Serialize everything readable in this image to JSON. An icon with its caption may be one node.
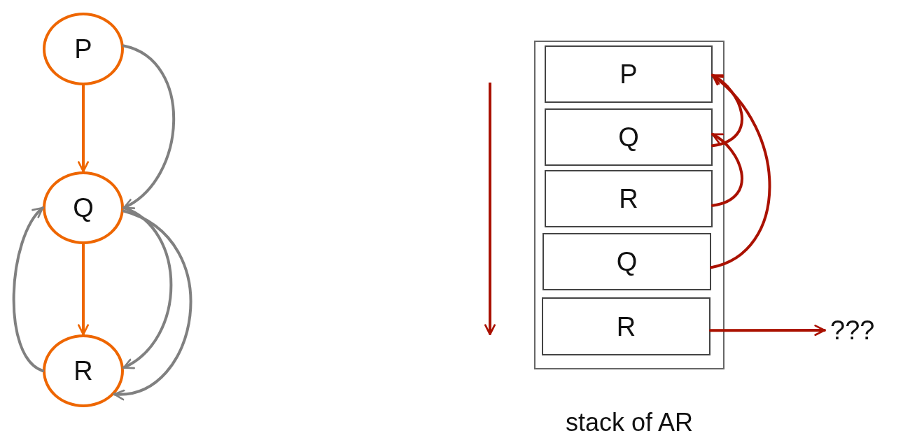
{
  "diagram": {
    "nodes": [
      {
        "text": [
          "P"
        ]
      },
      {
        "text": [
          "Q"
        ]
      },
      {
        "text": [
          "R"
        ]
      },
      {
        "text": [],
        "shape": "box",
        "beside": [
          "stack of AR"
        ]
      },
      {
        "text": [
          "P"
        ],
        "in": 3
      },
      {
        "text": [
          "Q"
        ],
        "in": 3
      },
      {
        "text": [
          "R"
        ],
        "in": 3
      },
      {
        "text": [
          "Q"
        ],
        "in": 3
      },
      {
        "text": [
          "R"
        ],
        "in": 3
      },
      {
        "text": [
          "???"
        ]
      }
    ],
    "edges": [
      {
        "from": 0,
        "to": 1,
        "arrow": "to",
        "color": "#ee6600"
      },
      {
        "from": 1,
        "to": 2,
        "arrow": "to",
        "color": "#ee6600"
      },
      {
        "from": 0,
        "to": 1,
        "arrow": "to"
      },
      {
        "from": 2,
        "to": 1,
        "arrow": "to"
      },
      {
        "from": 1,
        "to": 2,
        "arrow": "to"
      },
      {
        "from": 1,
        "to": 2,
        "arrow": "to"
      },
      {
        "from": 5,
        "to": 4,
        "arrow": "to",
        "color": "#aa1100"
      },
      {
        "from": 6,
        "to": 5,
        "arrow": "to",
        "color": "#aa1100"
      },
      {
        "from": 7,
        "to": 4,
        "arrow": "to",
        "color": "#aa1100"
      },
      {
        "from": 8,
        "to": 9,
        "arrow": "to",
        "color": "#aa1100"
      }
    ]
  }
}
